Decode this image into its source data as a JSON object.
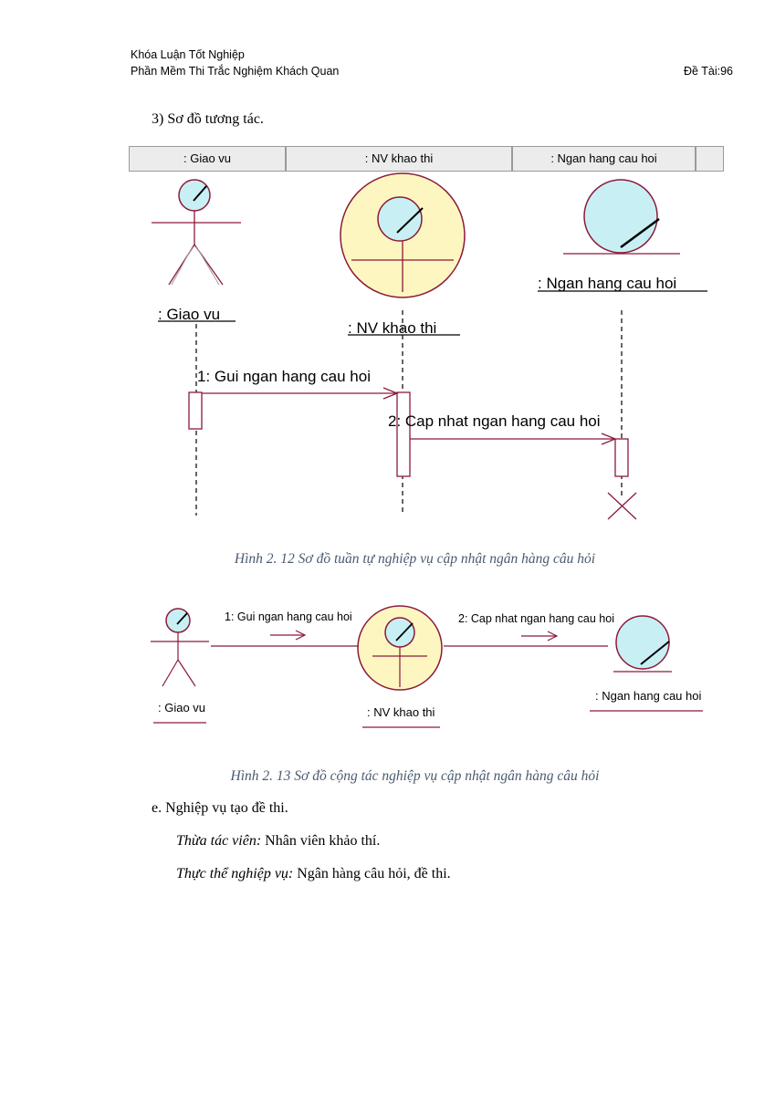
{
  "header": {
    "line1": "Khóa Luận Tốt Nghiệp",
    "line2": "Phần Mềm Thi Trắc Nghiệm Khách Quan",
    "topic": "Đề Tài:96"
  },
  "section_heading": "3)  Sơ đồ tương tác.",
  "sequence_diagram": {
    "header_cells": [
      ": Giao vu",
      ": NV khao thi",
      ": Ngan hang cau hoi"
    ],
    "lifelines": {
      "actor": ": Giao vu",
      "control": ": NV khao thi",
      "entity": ": Ngan hang cau hoi"
    },
    "messages": [
      {
        "label": "1: Gui ngan hang cau hoi"
      },
      {
        "label": "2: Cap nhat ngan hang cau hoi"
      }
    ]
  },
  "caption1": "Hình 2. 12 Sơ đồ tuần tự nghiệp vụ cập nhật ngân hàng câu hỏi",
  "collaboration_diagram": {
    "actor": ": Giao vu",
    "control": ": NV khao thi",
    "entity": ": Ngan hang cau hoi",
    "messages": [
      {
        "label": "1: Gui ngan hang cau hoi"
      },
      {
        "label": "2: Cap nhat ngan hang cau hoi"
      }
    ]
  },
  "caption2": "Hình 2. 13 Sơ đồ cộng tác nghiệp vụ cập nhật ngân hàng câu hỏi",
  "item_e": {
    "label": "e.  Nghiệp vụ tạo đề thi.",
    "actor_label": "Thừa tác viên:",
    "actor_value": " Nhân viên khảo thí.",
    "entity_label": "Thực thể nghiệp vụ:",
    "entity_value": " Ngân hàng câu hỏi, đề thi."
  },
  "colors": {
    "line": "#8b1a3a",
    "fill_object": "#c8f0f4",
    "fill_control": "#fdf6c0",
    "caption": "#4a5a70"
  }
}
